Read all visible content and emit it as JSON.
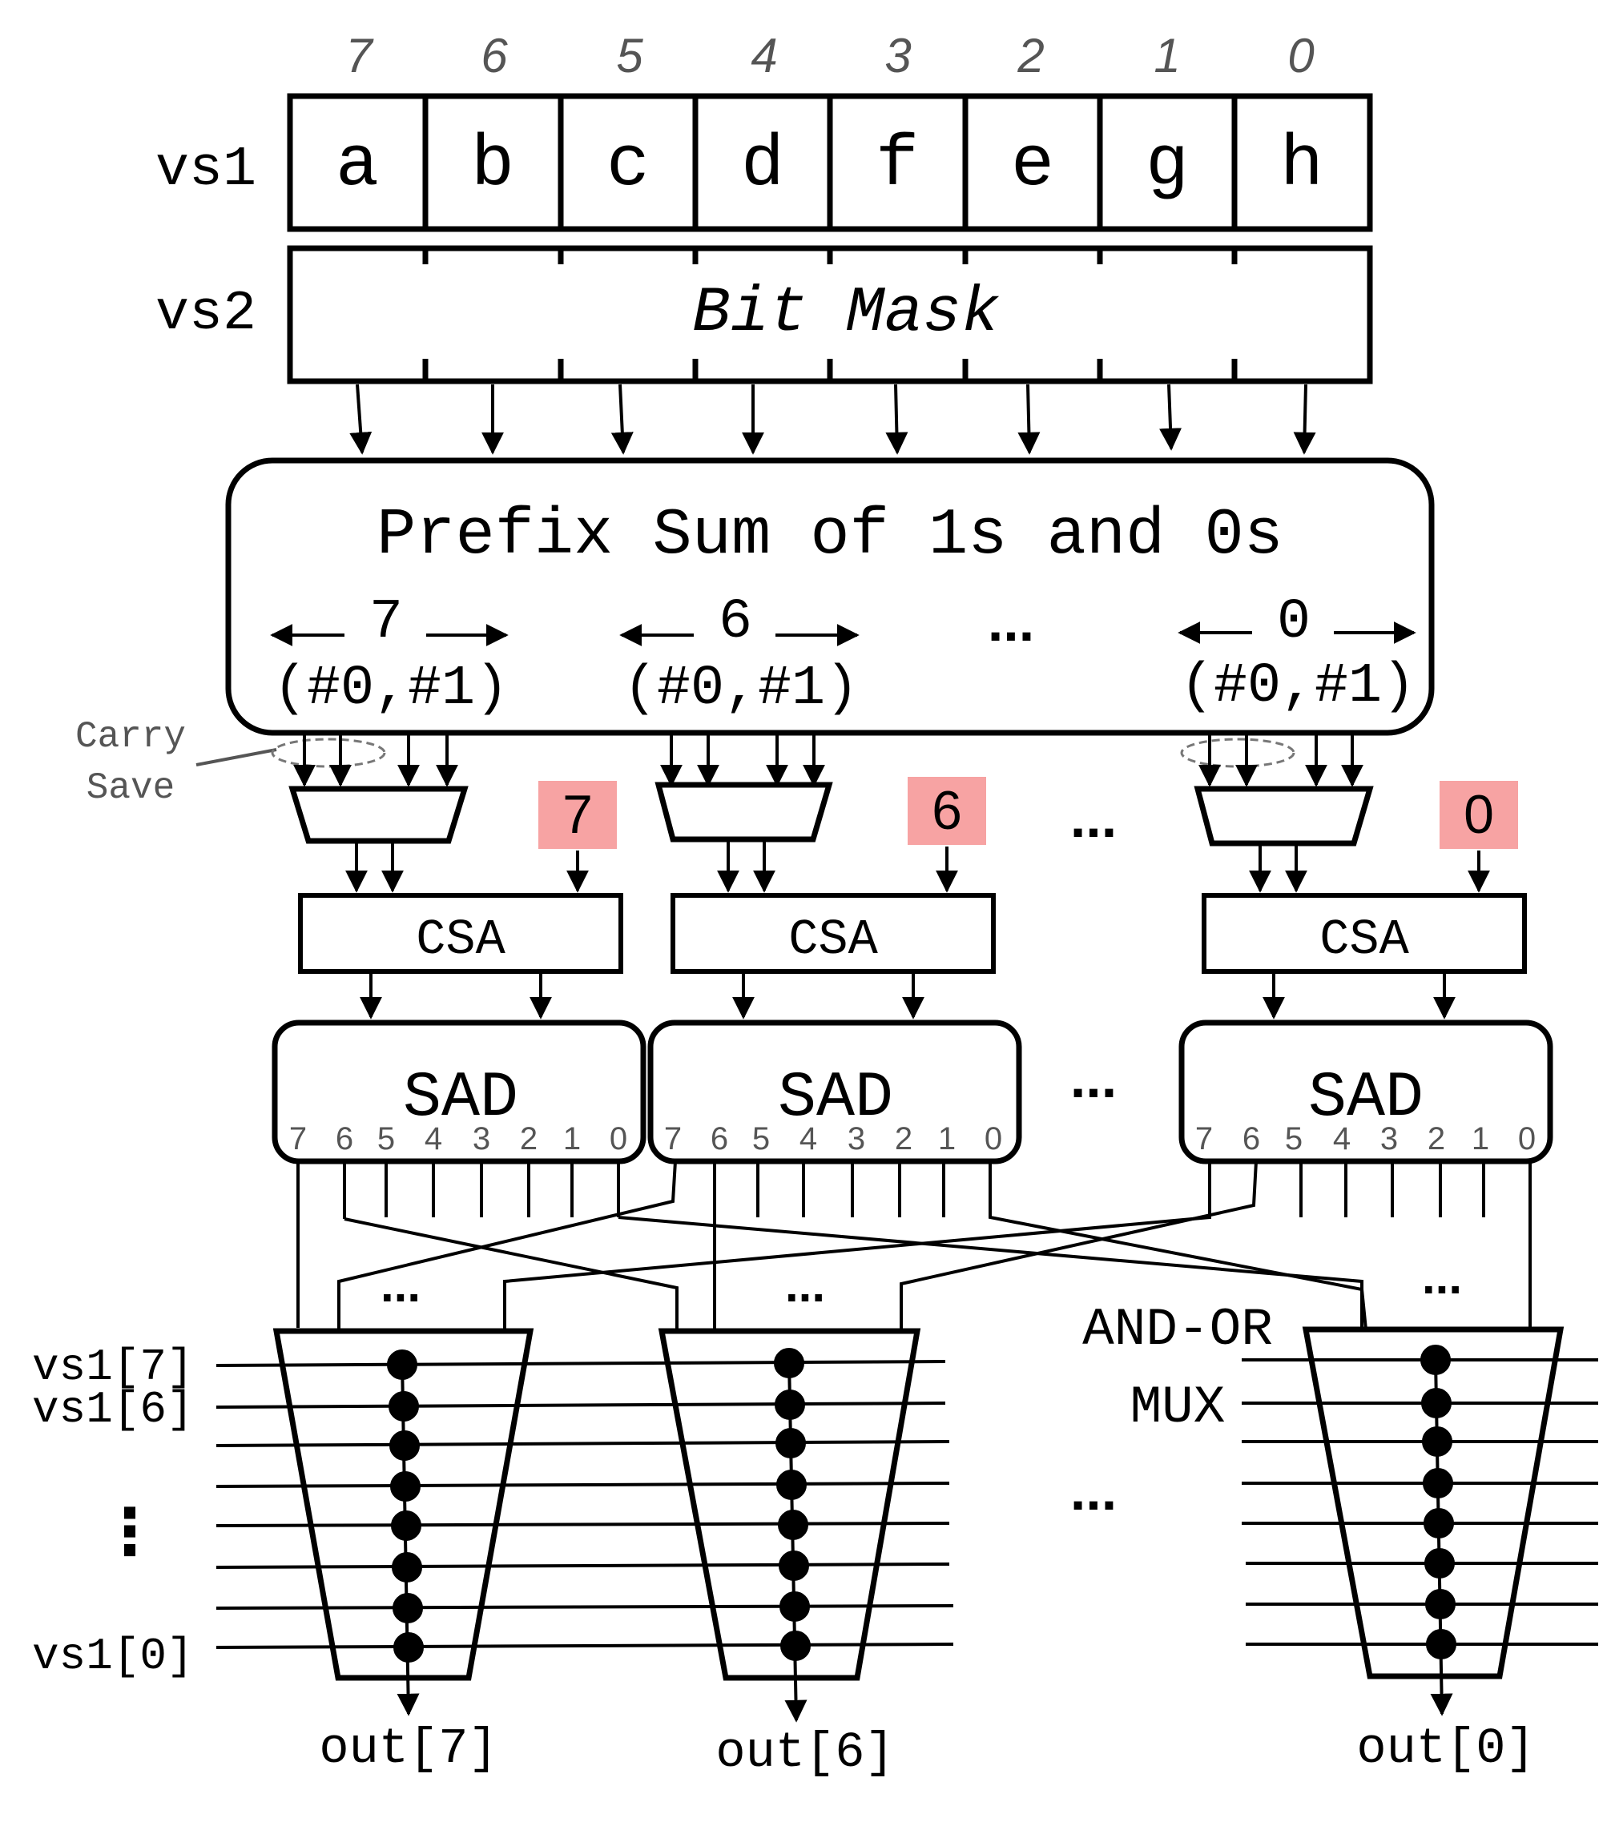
{
  "bit_indices": [
    "7",
    "6",
    "5",
    "4",
    "3",
    "2",
    "1",
    "0"
  ],
  "vs1": {
    "label": "vs1",
    "elements": [
      "a",
      "b",
      "c",
      "d",
      "f",
      "e",
      "g",
      "h"
    ]
  },
  "vs2": {
    "label": "vs2",
    "content": "Bit Mask"
  },
  "prefix": {
    "title": "Prefix Sum of 1s and 0s",
    "groups": [
      {
        "index": "7",
        "pair": "(#0,#1)"
      },
      {
        "index": "6",
        "pair": "(#0,#1)"
      },
      {
        "index": "0",
        "pair": "(#0,#1)"
      }
    ],
    "ellipsis": "..."
  },
  "carry_save_label": "Carry\nSave",
  "carry_save_line1": "Carry",
  "carry_save_line2": "Save",
  "lanes": [
    {
      "const_value": "7",
      "csa": "CSA",
      "sad": "SAD",
      "sad_ports": [
        "7",
        "6",
        "5",
        "4",
        "3",
        "2",
        "1",
        "0"
      ],
      "output": "out[7]"
    },
    {
      "const_value": "6",
      "csa": "CSA",
      "sad": "SAD",
      "sad_ports": [
        "7",
        "6",
        "5",
        "4",
        "3",
        "2",
        "1",
        "0"
      ],
      "output": "out[6]"
    },
    {
      "const_value": "0",
      "csa": "CSA",
      "sad": "SAD",
      "sad_ports": [
        "7",
        "6",
        "5",
        "4",
        "3",
        "2",
        "1",
        "0"
      ],
      "output": "out[0]"
    }
  ],
  "mux_label": {
    "line1": "AND-OR",
    "line2": "MUX"
  },
  "mux_inputs": [
    "vs1[7]",
    "vs1[6]",
    "vs1[0]"
  ],
  "ellipsis": "...",
  "vertical_ellipsis": "⋮",
  "colors": {
    "stroke": "#000000",
    "const_fill": "#f7a3a3",
    "muted_text": "#555555",
    "index_text": "#555555"
  }
}
